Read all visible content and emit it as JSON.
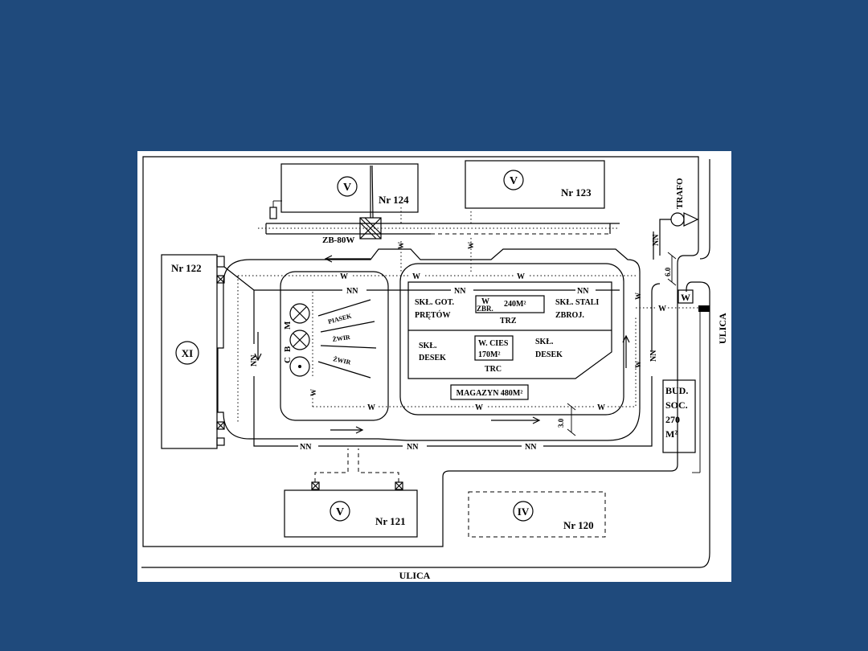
{
  "buildings": {
    "nr124": {
      "name": "Nr 124",
      "class": "V"
    },
    "nr123": {
      "name": "Nr 123",
      "class": "V"
    },
    "nr122": {
      "name": "Nr 122",
      "class": "XI"
    },
    "nr121": {
      "name": "Nr 121",
      "class": "V"
    },
    "nr120": {
      "name": "Nr 120",
      "class": "IV"
    }
  },
  "crane": {
    "label": "ZB-80W"
  },
  "trafo": {
    "label": "TRAFO"
  },
  "streets": {
    "bottom": "ULICA",
    "right": "ULICA"
  },
  "dimensions": {
    "top_gap": "6.0",
    "bottom_gap": "3.0"
  },
  "lines": {
    "water": "W",
    "power": "NN"
  },
  "mixing": {
    "c": "C",
    "b": "B",
    "m": "M"
  },
  "aggregates": {
    "sand": "PIASEK",
    "gravel1": "ŻWIR",
    "gravel2": "ŻWIR"
  },
  "storage": {
    "bars_store": {
      "line1": "SKŁ. GOT.",
      "line2": "PRĘTÓW"
    },
    "bending": {
      "w": "W",
      "zbr": "ZBR.",
      "area": "240M²",
      "trz": "TRZ"
    },
    "steel_store": {
      "line1": "SKŁ. STALI",
      "line2": "ZBROJ."
    },
    "boards_left": {
      "line1": "SKŁ.",
      "line2": "DESEK"
    },
    "cutting": {
      "line1": "W. CIES",
      "line2": "170M²",
      "trc": "TRC"
    },
    "boards_right": {
      "line1": "SKŁ.",
      "line2": "DESEK"
    },
    "magazine": {
      "label": "MAGAZYN 480M²"
    }
  },
  "social": {
    "line1": "BUD.",
    "line2": "SOC.",
    "line3": "270",
    "line4": "M²"
  },
  "water_box": {
    "label": "W"
  }
}
